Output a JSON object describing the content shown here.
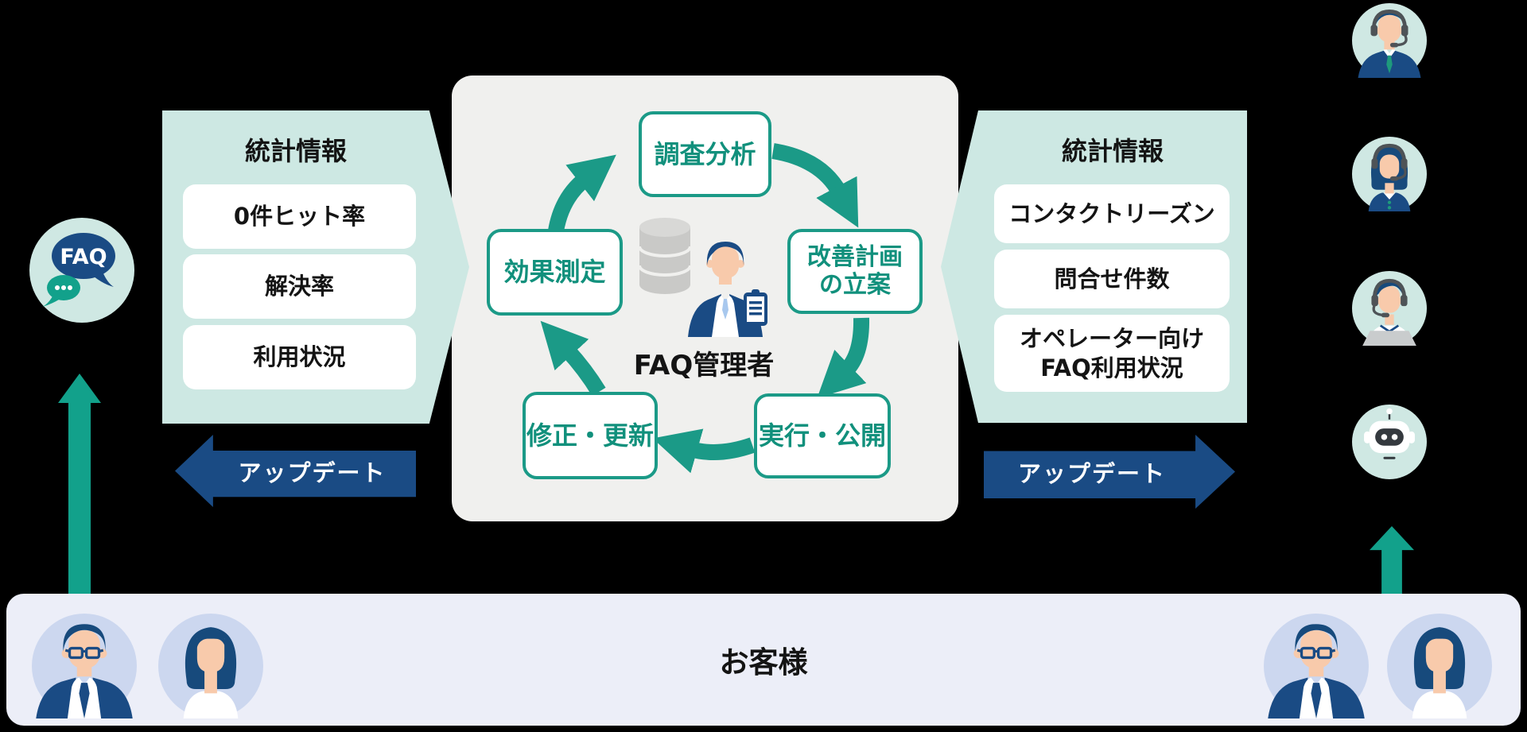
{
  "colors": {
    "background": "#000000",
    "panel_mint": "#cde8e3",
    "panel_gray": "#f0f0ee",
    "teal_accent": "#1b9a87",
    "teal_text": "#11907c",
    "navy": "#1a4b84",
    "customers_band": "#eceef8",
    "avatar_circle_blue": "#ccd7ef",
    "avatar_circle_teal": "#cfe8e3",
    "white": "#ffffff",
    "text_black": "#141414"
  },
  "faq_icon": {
    "bubble_label": "FAQ"
  },
  "left_panel": {
    "title": "統計情報",
    "items": [
      "0件ヒット率",
      "解決率",
      "利用状況"
    ]
  },
  "cycle": {
    "steps": [
      {
        "label": "調査分析"
      },
      {
        "lines": [
          "改善計画",
          "の立案"
        ]
      },
      {
        "label": "実行・公開"
      },
      {
        "label": "修正・更新"
      },
      {
        "label": "効果測定"
      }
    ],
    "manager_label": "FAQ管理者"
  },
  "right_panel": {
    "title": "統計情報",
    "items": [
      {
        "label": "コンタクトリーズン"
      },
      {
        "label": "問合せ件数"
      },
      {
        "lines": [
          "オペレーター向け",
          "FAQ利用状況"
        ]
      }
    ]
  },
  "update_arrows": {
    "left": "アップデート",
    "right": "アップデート"
  },
  "customers_band": {
    "label": "お客様"
  },
  "icons": {
    "faq-speech-icon": "two speech bubbles, FAQ",
    "database-icon": "gray database cylinder",
    "faq-manager-icon": "person in suit with clipboard",
    "operator-male-headset-icon": "support agent with headset",
    "operator-female-headset-icon": "support agent with headset",
    "operator-laptop-headset-icon": "support agent with headset and laptop",
    "chatbot-robot-icon": "robot head",
    "customer-man-icon": "man with glasses",
    "customer-woman-icon": "woman",
    "up-arrow-icon": "teal upward arrow",
    "cycle-arrows": "teal circular cycle arrows",
    "update-arrow-icon": "navy horizontal arrow"
  }
}
